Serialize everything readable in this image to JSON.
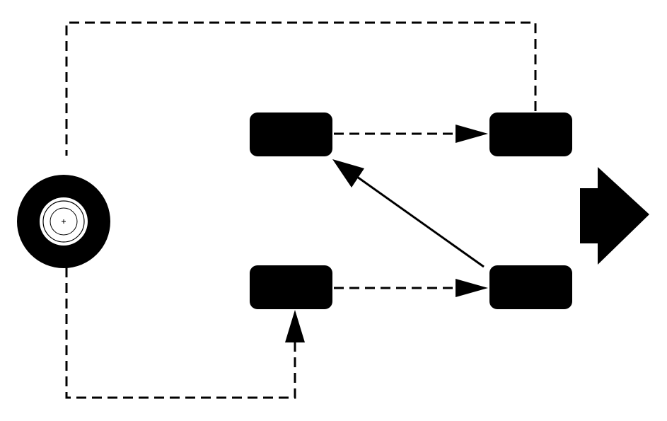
{
  "diagram": {
    "kind": "tire-rotation-pattern",
    "colors": {
      "background": "#ffffff",
      "tire": "#000000",
      "line": "#000000",
      "hub": "#ffffff"
    },
    "direction_arrow": {
      "icon": "forward-direction-arrow-icon",
      "points": "right"
    },
    "spare_tire": {
      "icon": "spare-tire-icon"
    },
    "tires": [
      {
        "id": "front-left",
        "icon": "tire-icon"
      },
      {
        "id": "front-right",
        "icon": "tire-icon"
      },
      {
        "id": "rear-left",
        "icon": "tire-icon"
      },
      {
        "id": "rear-right",
        "icon": "tire-icon"
      }
    ],
    "moves": [
      {
        "from": "front-left",
        "to": "front-right",
        "style": "dashed"
      },
      {
        "from": "rear-left",
        "to": "rear-right",
        "style": "dashed"
      },
      {
        "from": "rear-right",
        "to": "front-left",
        "style": "solid"
      },
      {
        "from": "front-right",
        "to": "spare",
        "style": "dashed"
      },
      {
        "from": "spare",
        "to": "rear-left",
        "style": "dashed"
      }
    ]
  }
}
